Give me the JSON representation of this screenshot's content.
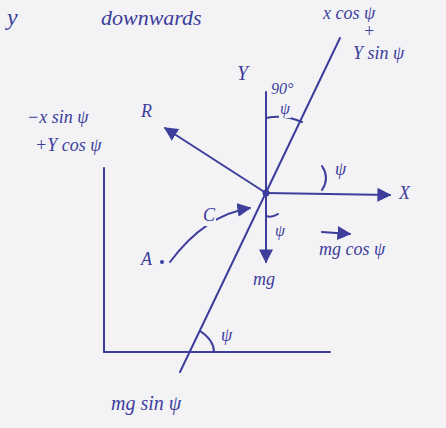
{
  "diagram": {
    "labels": [
      "y",
      "downwards",
      "Y",
      "90°",
      "ψ",
      "x cos ψ",
      "+",
      "Y sin ψ",
      "ψ",
      "X",
      "−x sin ψ",
      "R",
      "+Y cos ψ",
      "C",
      "A",
      "ψ",
      "mg",
      "mg cos ψ",
      "ψ",
      "mg sin ψ"
    ]
  }
}
